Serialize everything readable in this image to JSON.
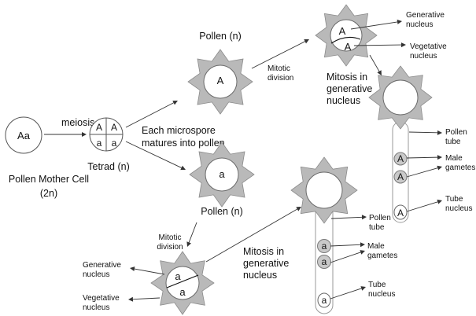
{
  "colors": {
    "star_fill": "#b9b9b9",
    "gamete_fill": "#c9c9c9",
    "line": "#333333"
  },
  "labels": {
    "mother_cell_allele": "Aa",
    "meiosis": "meiosis",
    "pollen_mother_cell": "Pollen Mother  Cell",
    "pollen_mother_cell_ploidy": "(2n)",
    "tetrad_cells": [
      "A",
      "A",
      "a",
      "a"
    ],
    "tetrad": "Tetrad (n)",
    "microspore_line1": "Each microspore",
    "microspore_line2": "matures into pollen",
    "pollen_A_allele": "A",
    "pollen_a_allele": "a",
    "pollen_A_label": "Pollen (n)",
    "pollen_a_label": "Pollen (n)",
    "mitotic_top_line1": "Mitotic",
    "mitotic_top_line2": "division",
    "mitotic_bottom_line1": "Mitotic",
    "mitotic_bottom_line2": "division",
    "divided_A_top": "A",
    "divided_A_bottom": "A",
    "divided_a_top": "a",
    "divided_a_bottom": "a",
    "generative_top_line1": "Generative",
    "generative_top_line2": "nucleus",
    "vegetative_top_line1": "Vegetative",
    "vegetative_top_line2": "nucleus",
    "generative_bottom_line1": "Generative",
    "generative_bottom_line2": "nucleus",
    "vegetative_bottom_line1": "Vegetative",
    "vegetative_bottom_line2": "nucleus",
    "mitosis_top_line1": "Mitosis in",
    "mitosis_top_line2": "generative",
    "mitosis_top_line3": "nucleus",
    "mitosis_bottom_line1": "Mitosis in",
    "mitosis_bottom_line2": "generative",
    "mitosis_bottom_line3": "nucleus",
    "tube_A_gamete1": "A",
    "tube_A_gamete2": "A",
    "tube_A_tube_nucleus": "A",
    "tube_a_gamete1": "a",
    "tube_a_gamete2": "a",
    "tube_a_tube_nucleus": "a",
    "pollen_tube_top_line1": "Pollen",
    "pollen_tube_top_line2": "tube",
    "male_gametes_top_line1": "Male",
    "male_gametes_top_line2": "gametes",
    "tube_nucleus_top_line1": "Tube",
    "tube_nucleus_top_line2": "nucleus",
    "pollen_tube_bottom_line1": "Pollen",
    "pollen_tube_bottom_line2": "tube",
    "male_gametes_bottom_line1": "Male",
    "male_gametes_bottom_line2": "gametes",
    "tube_nucleus_bottom_line1": "Tube",
    "tube_nucleus_bottom_line2": "nucleus"
  }
}
